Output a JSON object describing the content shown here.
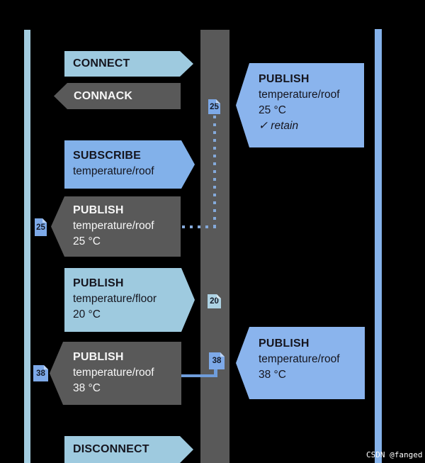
{
  "colors": {
    "background": "#000000",
    "client_bar": "#a3cde0",
    "broker_bar": "#595959",
    "subscriber_bar": "#85b2ea",
    "light_blue_arrow": "#9ecadf",
    "blue_arrow": "#82b1ea",
    "balloon_blue": "#8ab4ed",
    "dark_gray_arrow": "#595959",
    "badge_blue": "#7da9e8",
    "badge_light_blue": "#aed3e4",
    "connector_blue": "#6f9ddb",
    "dark_text": "#15151e",
    "light_text": "#f7f7f7"
  },
  "messages": {
    "connect": {
      "label": "CONNECT"
    },
    "connack": {
      "label": "CONNACK"
    },
    "subscribe": {
      "label": "SUBSCRIBE",
      "topic": "temperature/roof"
    },
    "publish_roof_25": {
      "label": "PUBLISH",
      "topic": "temperature/roof",
      "value": "25 °C",
      "badge": "25"
    },
    "publish_floor_20": {
      "label": "PUBLISH",
      "topic": "temperature/floor",
      "value": "20 °C",
      "badge": "20"
    },
    "publish_roof_38": {
      "label": "PUBLISH",
      "topic": "temperature/roof",
      "value": "38 °C",
      "badge": "38"
    },
    "disconnect": {
      "label": "DISCONNECT"
    }
  },
  "broker_outgoing": {
    "publish_25_retained": {
      "label": "PUBLISH",
      "topic": "temperature/roof",
      "value": "25 °C",
      "retain": "✓ retain",
      "badge": "25"
    },
    "publish_38": {
      "label": "PUBLISH",
      "topic": "temperature/roof",
      "value": "38 °C",
      "badge": "38"
    }
  },
  "watermark": "CSDN @fanged"
}
